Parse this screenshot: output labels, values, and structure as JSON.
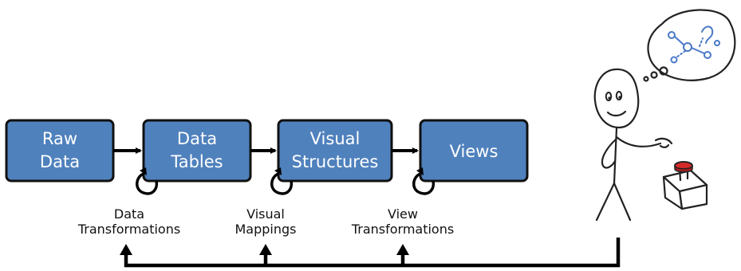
{
  "boxes": [
    {
      "line1": "Raw",
      "line2": "Data"
    },
    {
      "line1": "Data",
      "line2": "Tables"
    },
    {
      "line1": "Visual",
      "line2": "Structures"
    },
    {
      "line1": "Views",
      "line2": ""
    }
  ],
  "transformations": [
    {
      "line1": "Data",
      "line2": "Transformations"
    },
    {
      "line1": "Visual",
      "line2": "Mappings"
    },
    {
      "line1": "View",
      "line2": "Transformations"
    }
  ],
  "colors": {
    "box_fill": "#4f81bd",
    "box_stroke": "#111111",
    "arrow": "#000000",
    "sketch_accent": "#4a78c8",
    "button_red": "#d42a2a"
  },
  "icons": [
    "person-sketch-icon",
    "thought-bubble-icon",
    "joystick-button-icon"
  ]
}
